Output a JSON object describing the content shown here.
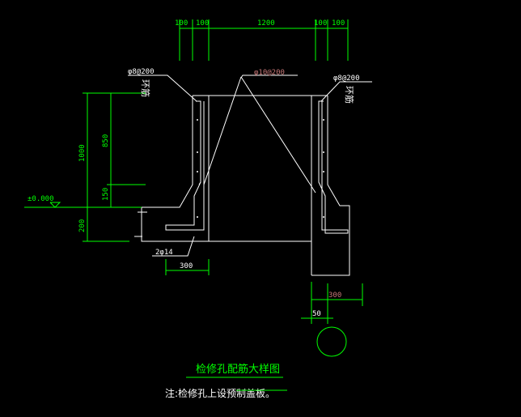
{
  "colors": {
    "background": "#000000",
    "outline": "#ffffff",
    "dimension": "#00ff00",
    "rebar_label": "#c87878",
    "note": "#ffffff"
  },
  "top_dims": [
    "100",
    "100",
    "1200",
    "100",
    "100"
  ],
  "left_labels": {
    "rebar_spec": "φ8@200",
    "rebar_name": "环筋",
    "height_total": "1000",
    "height_upper": "850",
    "height_lower": "150",
    "elevation": "±0.000",
    "base": "200",
    "bottom_rebar": "2φ14",
    "bottom_width": "300"
  },
  "center_label": "φ10@200",
  "right_labels": {
    "rebar_spec": "φ8@200",
    "rebar_name": "环筋",
    "width": "300",
    "offset": "50"
  },
  "title": "检修孔配筋大样图",
  "note": "注:检修孔上设预制盖板。"
}
